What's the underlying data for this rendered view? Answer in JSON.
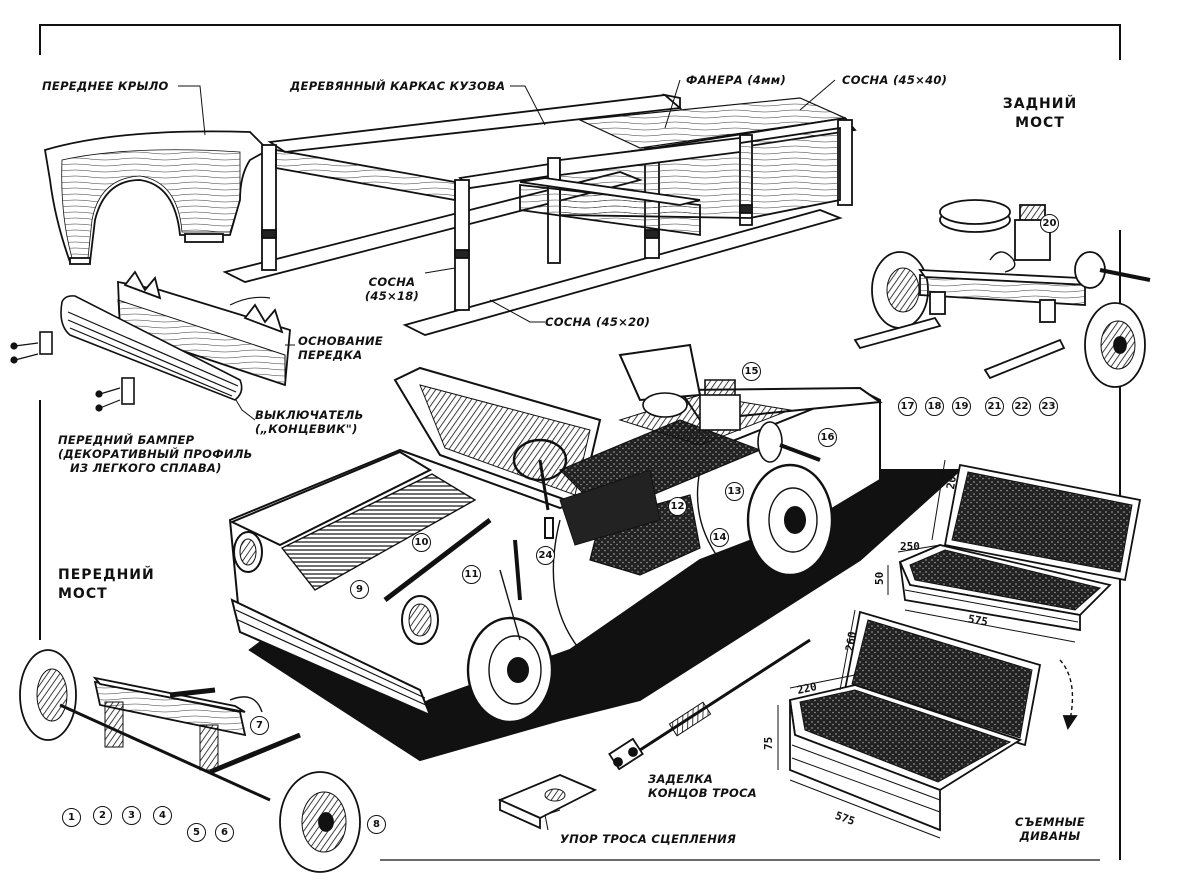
{
  "labels": {
    "front_fender": "ПЕРЕДНЕЕ КРЫЛО",
    "wooden_frame": "ДЕРЕВЯННЫЙ КАРКАС КУЗОВА",
    "plywood": "ФАНЕРА (4мм)",
    "pine_45x40": "СОСНА (45×40)",
    "rear_axle_l1": "ЗАДНИЙ",
    "rear_axle_l2": "МОСТ",
    "pine_45x18_l1": "СОСНА",
    "pine_45x18_l2": "(45×18)",
    "pine_45x20": "СОСНА (45×20)",
    "front_base_l1": "ОСНОВАНИЕ",
    "front_base_l2": "ПЕРЕДКА",
    "switch_l1": "ВЫКЛЮЧАТЕЛЬ",
    "switch_l2": "(„КОНЦЕВИК\")",
    "bumper_l1": "ПЕРЕДНИЙ БАМПЕР",
    "bumper_l2": "(ДЕКОРАТИВНЫЙ ПРОФИЛЬ",
    "bumper_l3": "ИЗ ЛЕГКОГО СПЛАВА)",
    "front_axle_l1": "ПЕРЕДНИЙ",
    "front_axle_l2": "МОСТ",
    "cable_end_l1": "ЗАДЕЛКА",
    "cable_end_l2": "КОНЦОВ ТРОСА",
    "clutch_stop": "УПОР ТРОСА СЦЕПЛЕНИЯ",
    "seats_l1": "СЪЕМНЫЕ",
    "seats_l2": "ДИВАНЫ"
  },
  "dimensions": {
    "upper_back_h": "200",
    "upper_seat_d": "250",
    "upper_seat_h": "50",
    "upper_width": "575",
    "lower_back_h": "260",
    "lower_seat_d": "220",
    "lower_seat_h": "75",
    "lower_width": "575"
  },
  "callouts": [
    "1",
    "2",
    "3",
    "4",
    "5",
    "6",
    "7",
    "8",
    "9",
    "10",
    "11",
    "12",
    "13",
    "14",
    "15",
    "16",
    "17",
    "18",
    "19",
    "20",
    "21",
    "22",
    "23",
    "24"
  ]
}
